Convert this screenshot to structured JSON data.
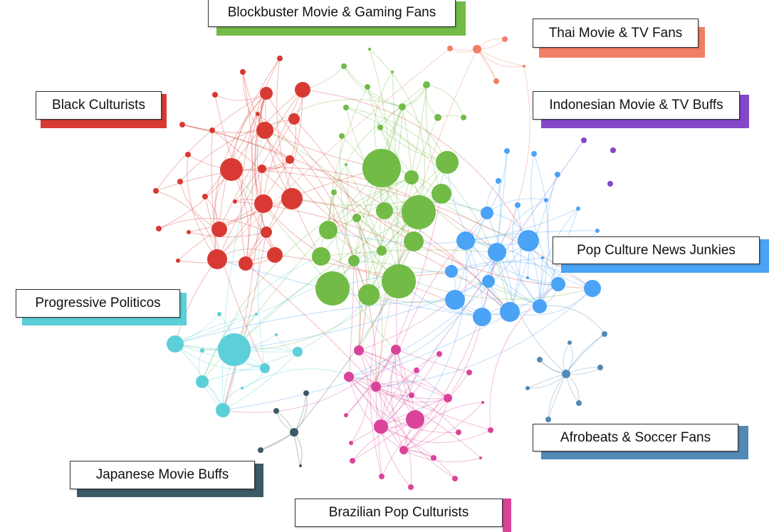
{
  "title": "Audience community network",
  "clusters": [
    {
      "id": "blockbuster",
      "label": "Blockbuster Movie & Gaming Fans",
      "color": "#72bb46"
    },
    {
      "id": "thai",
      "label": "Thai Movie & TV Fans",
      "color": "#f07f65"
    },
    {
      "id": "black",
      "label": "Black Culturists",
      "color": "#d83a33"
    },
    {
      "id": "indonesian",
      "label": "Indonesian Movie & TV Buffs",
      "color": "#8447c8"
    },
    {
      "id": "popculture",
      "label": "Pop Culture News Junkies",
      "color": "#4aa3f5"
    },
    {
      "id": "progressive",
      "label": "Progressive Politicos",
      "color": "#5ccfd9"
    },
    {
      "id": "afrobeats",
      "label": "Afrobeats & Soccer Fans",
      "color": "#5289b5"
    },
    {
      "id": "japanese",
      "label": "Japanese Movie Buffs",
      "color": "#3b5966"
    },
    {
      "id": "brazilian",
      "label": "Brazilian Pop Culturists",
      "color": "#d9449a"
    }
  ]
}
